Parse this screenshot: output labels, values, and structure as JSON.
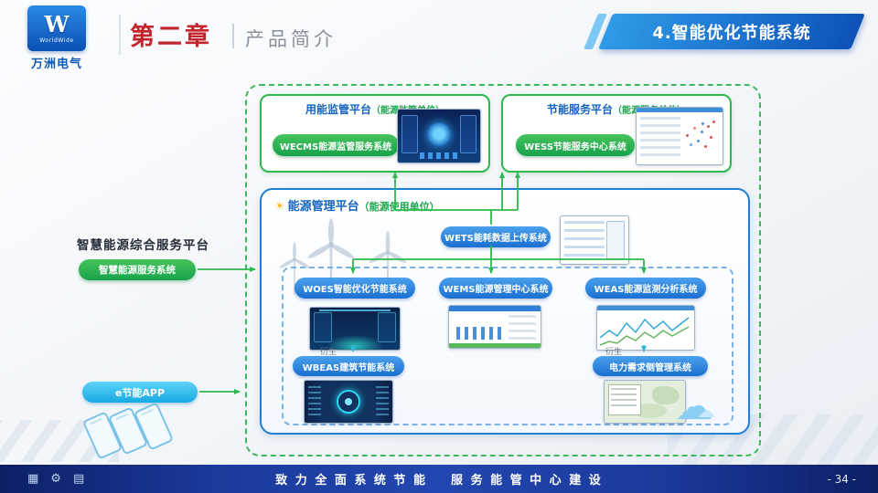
{
  "header": {
    "logo": {
      "monogram": "W",
      "brand_en": "WorldWide",
      "brand_cn": "万洲电气"
    },
    "chapter": "第二章",
    "section": "产品简介",
    "banner": "4.智能优化节能系统"
  },
  "left": {
    "platform_label": "智慧能源综合服务平台",
    "service_pill": "智慧能源服务系统",
    "app_pill": "e节能APP"
  },
  "boxes": {
    "supervision": {
      "title": "用能监管平台",
      "unit": "（能源监管单位）",
      "pill": "WECMS能源监管服务系统"
    },
    "service": {
      "title": "节能服务平台",
      "unit": "（能源服务单位）",
      "pill": "WESS节能服务中心系统"
    },
    "management": {
      "title": "能源管理平台",
      "unit": "（能源使用单位）",
      "wets": "WETS能耗数据上传系统",
      "woes": "WOES智能优化节能系统",
      "wems": "WEMS能源管理中心系统",
      "weas": "WEAS能源监测分析系统",
      "wbeas": "WBEAS建筑节能系统",
      "demand": "电力需求侧管理系统",
      "derive": "衍生"
    }
  },
  "icons": {
    "sun": "☀",
    "cloud": "☁",
    "grid": "▦",
    "gear": "⚙",
    "book": "▤"
  },
  "footer": {
    "slogan": "致 力 全 面 系 统 节 能    服 务 能 管 中 心 建 设",
    "page_number": "- 34 -"
  },
  "colors": {
    "green": "#2eb84d",
    "blue": "#1d7fd6",
    "red": "#c4242c",
    "cyan": "#29b9ef",
    "navy": "#14307e"
  }
}
